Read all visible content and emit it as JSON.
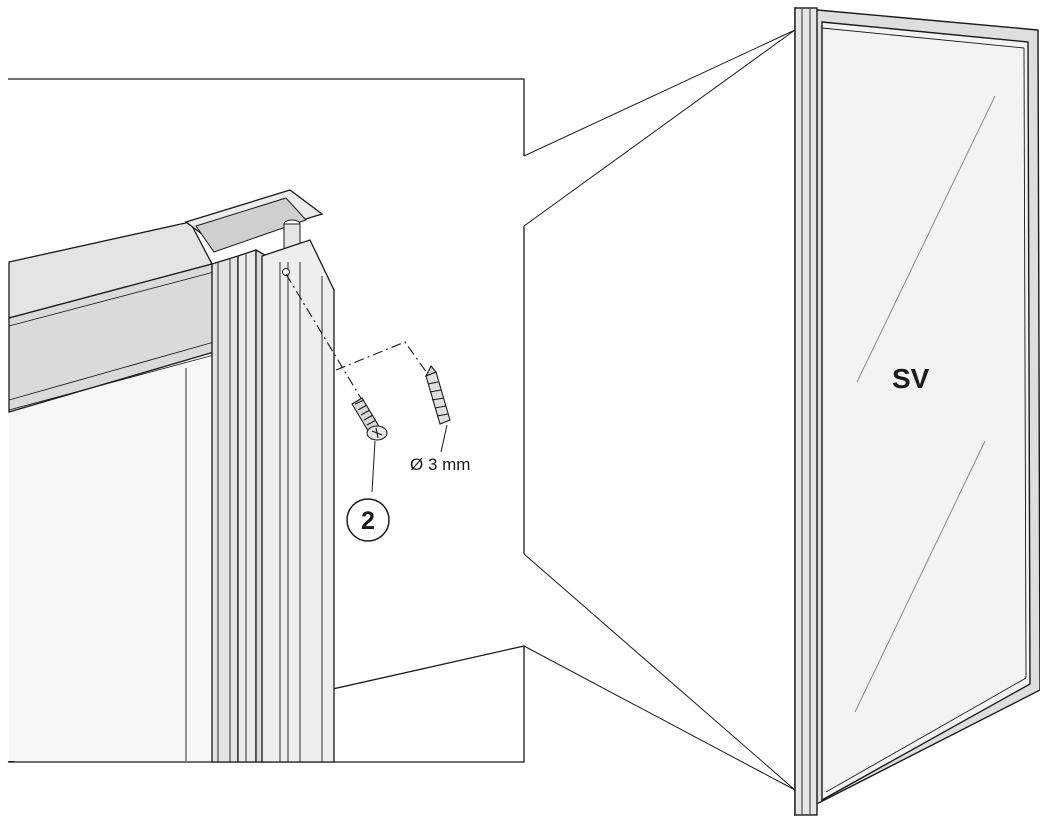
{
  "labels": {
    "panel": "SV",
    "drill_size": "Ø 3 mm",
    "part_number": "2"
  },
  "colors": {
    "line": "#1a1a1a",
    "profile_fill": "#e9e9e9",
    "profile_dark": "#cfcfcf",
    "glass_fill": "#f2f2f2",
    "frame_fill": "#dcdcdc"
  },
  "icons": [
    "screw-icon",
    "drill-bit-icon"
  ]
}
